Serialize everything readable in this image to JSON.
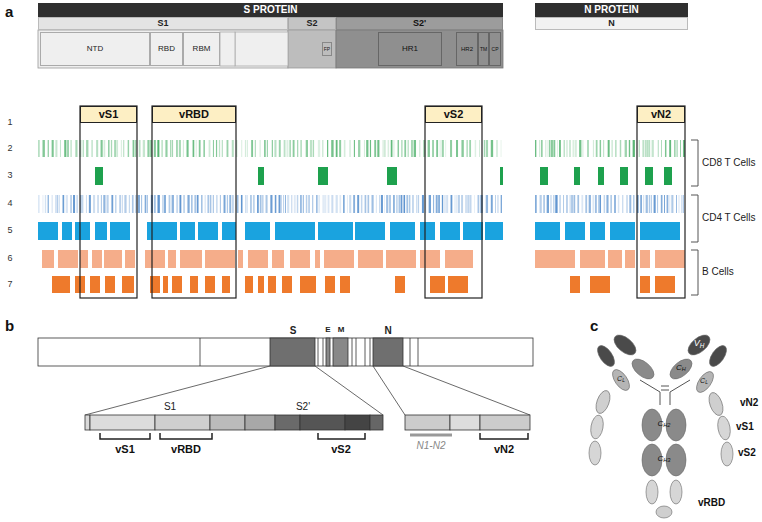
{
  "diagram": {
    "nodes": [
      {
        "text": [
          "S PROTEIN"
        ]
      },
      {
        "text": [
          "N PROTEIN"
        ]
      },
      {
        "text": [
          "S1"
        ]
      },
      {
        "text": [
          "S2"
        ]
      },
      {
        "text": [
          "S2'"
        ]
      },
      {
        "text": [
          "N"
        ]
      },
      {
        "text": [
          "NTD"
        ]
      },
      {
        "text": [
          "RBD"
        ]
      },
      {
        "text": [
          "RBM"
        ]
      },
      {
        "text": [
          "FP"
        ]
      },
      {
        "text": [
          "HR1"
        ]
      },
      {
        "text": [
          "HR2"
        ]
      },
      {
        "text": [
          "TM"
        ]
      },
      {
        "text": [
          "CP"
        ]
      },
      {
        "text": [
          "vS1"
        ]
      },
      {
        "text": [
          "vRBD"
        ]
      },
      {
        "text": [
          "vS2"
        ]
      },
      {
        "text": [
          "vN2"
        ]
      }
    ],
    "labels": [
      "a",
      "1",
      "2",
      "3",
      "4",
      "5",
      "6",
      "7",
      "CD8 T Cells",
      "CD4 T Cells",
      "B Cells",
      "b",
      "S",
      "E",
      "M",
      "N",
      "S1",
      "S2'",
      "vS1",
      "vRBD",
      "vS2",
      "N1-N2",
      "vN2",
      "c",
      "VH",
      "CH",
      "CL",
      "CL",
      "vN2",
      "vS1",
      "CH2",
      "vS2",
      "CH3",
      "vRBD"
    ]
  }
}
